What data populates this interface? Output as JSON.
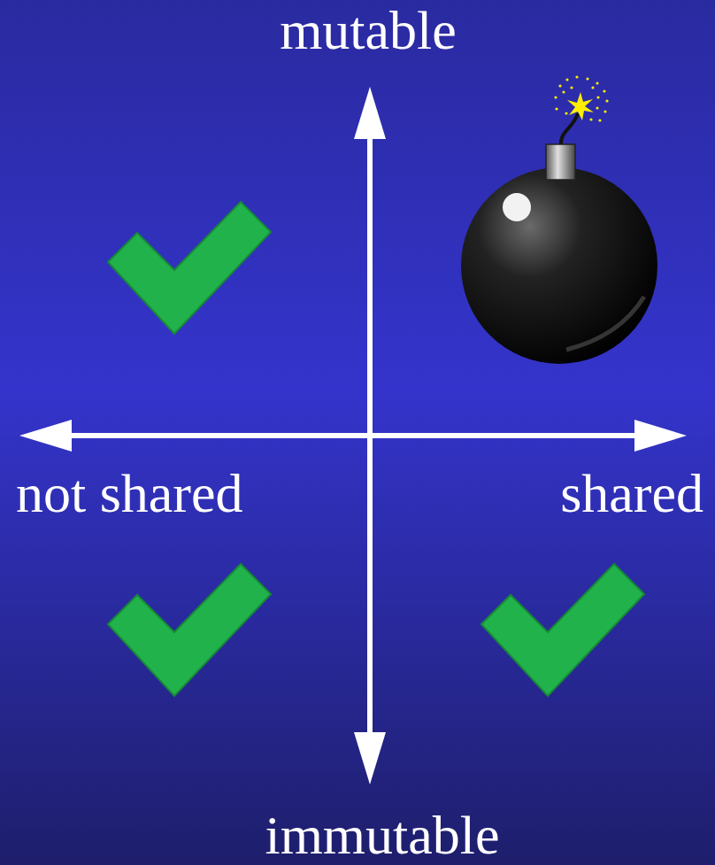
{
  "diagram": {
    "labels": [
      "mutable",
      "not shared",
      "shared",
      "immutable"
    ]
  }
}
